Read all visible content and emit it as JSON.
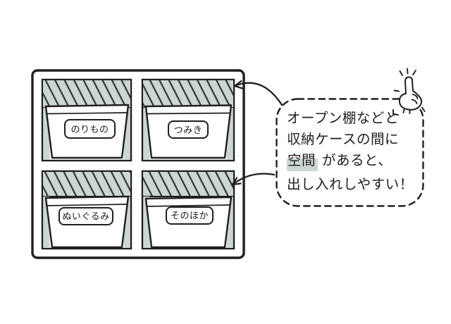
{
  "colors": {
    "background": "#ffffff",
    "line": "#1f1f1f",
    "gap_fill": "#ccd6d3",
    "highlight": "#ccd7d3"
  },
  "shelf": {
    "boxes": [
      {
        "label": "のりもの"
      },
      {
        "label": "つみき"
      },
      {
        "label": "ぬいぐるみ"
      },
      {
        "label": "そのほか"
      }
    ]
  },
  "bubble": {
    "line1": "オープン棚などと",
    "line2": "収納ケースの間に",
    "line3_highlight": "空間",
    "line3_rest": "があると、",
    "line4": "出し入れしやすい！"
  }
}
